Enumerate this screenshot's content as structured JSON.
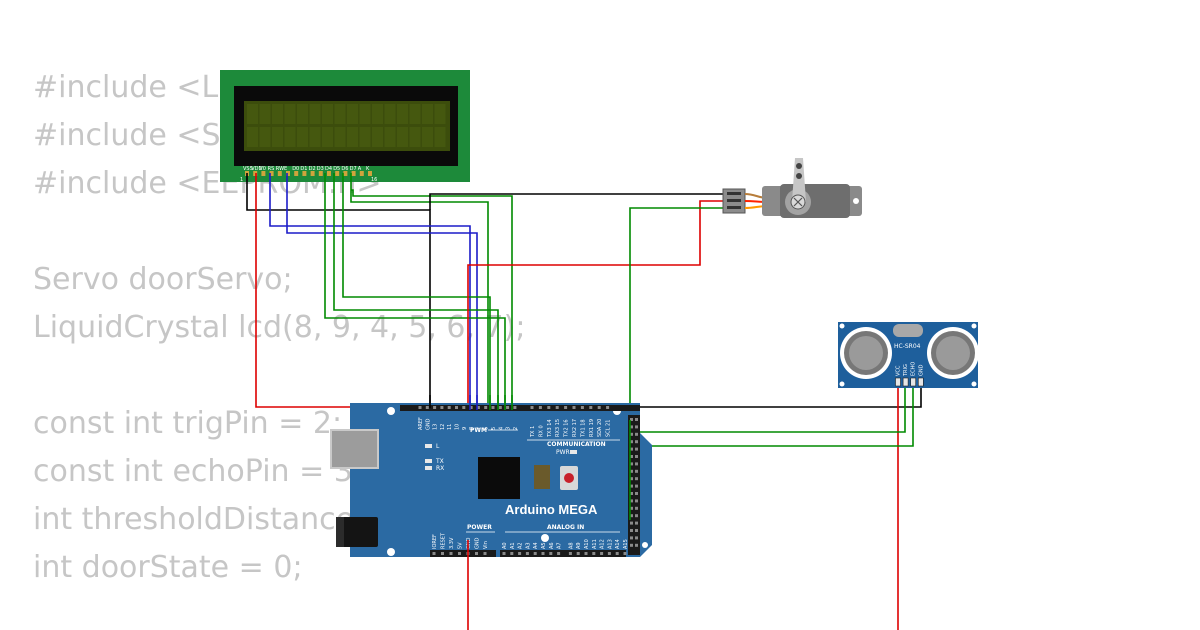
{
  "code": {
    "lines": [
      "#include <LiquidCrystal.h>",
      "#include <Servo.h>",
      "#include <EEPROM.h>",
      "",
      "Servo doorServo;",
      "LiquidCrystal lcd(8, 9, 4, 5, 6, 7);",
      "",
      "const int trigPin = 2;",
      "const int echoPin = 3;",
      "int thresholdDistance",
      "int doorState = 0;"
    ]
  },
  "lcd": {
    "pin_labels": [
      "VSS",
      "VDD",
      "V0",
      "RS",
      "RW",
      "E",
      "D0",
      "D1",
      "D2",
      "D3",
      "D4",
      "D5",
      "D6",
      "D7",
      "A",
      "K"
    ],
    "pin_start": "1",
    "pin_end": "16"
  },
  "arduino": {
    "name": "Arduino MEGA",
    "pwm_label": "PWM",
    "communication_label": "COMMUNICATION",
    "power_label": "POWER",
    "analog_label": "ANALOG IN",
    "led_l": "L",
    "led_tx": "TX",
    "led_rx": "RX",
    "pwr_led": "PWR",
    "top_pins_left": [
      "AREF",
      "GND",
      "13",
      "12",
      "11",
      "10",
      "9",
      "8",
      "7",
      "6",
      "5",
      "4",
      "3",
      "2"
    ],
    "top_pins_comm": [
      "TX 1",
      "RX 0",
      "TX3 14",
      "RX3 15",
      "TX2 16",
      "RX2 17",
      "TX1 18",
      "RX1 19",
      "SDA 20",
      "SCL 21"
    ],
    "power_pins": [
      "IOREF",
      "RESET",
      "3.3V",
      "5V",
      "GND",
      "GND",
      "Vin"
    ],
    "analog_pins": [
      "A0",
      "A1",
      "A2",
      "A3",
      "A4",
      "A5",
      "A6",
      "A7",
      "A8",
      "A9",
      "A10",
      "A11",
      "A12",
      "A13",
      "A14",
      "A15"
    ]
  },
  "ultrasonic": {
    "label": "HC-SR04",
    "pins": [
      "VCC",
      "TRIG",
      "ECHO",
      "GND"
    ]
  },
  "colors": {
    "wire_black": "#000000",
    "wire_red": "#dd0000",
    "wire_green": "#008a00",
    "wire_blue": "#1c1cc8",
    "board_blue": "#2b6aa3",
    "lcd_green": "#1d8a3a",
    "lcd_screen": "#3c4d0c",
    "code_text": "#c6c6c6"
  }
}
